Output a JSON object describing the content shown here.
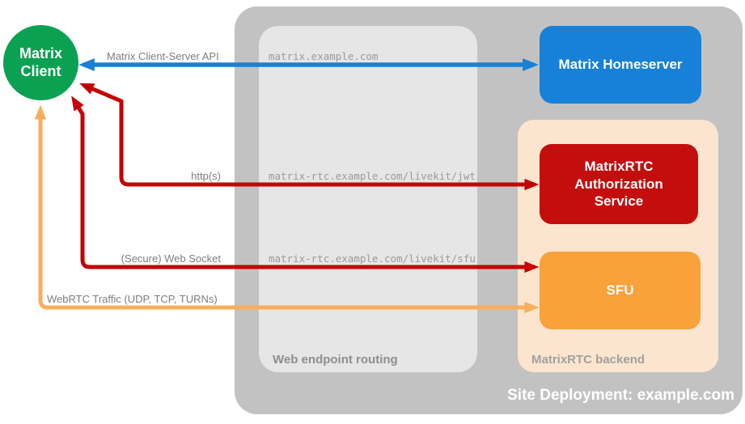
{
  "client": {
    "name": "Matrix Client"
  },
  "site": {
    "label": "Site Deployment: example.com"
  },
  "routing": {
    "label": "Web endpoint routing",
    "endpoints": [
      "matrix.example.com",
      "matrix-rtc.example.com/livekit/jwt",
      "matrix-rtc.example.com/livekit/sfu"
    ]
  },
  "backend": {
    "label": "MatrixRTC backend",
    "homeserver": {
      "name": "Matrix Homeserver"
    },
    "auth_service": {
      "name": "MatrixRTC Authorization Service"
    },
    "sfu": {
      "name": "SFU"
    }
  },
  "connections": [
    {
      "label": "Matrix Client-Server API",
      "color": "#1781D7",
      "from": "Matrix Client",
      "to": "Matrix Homeserver",
      "via": "matrix.example.com",
      "bidirectional": true
    },
    {
      "label": "http(s)",
      "color": "#C50000",
      "from": "Matrix Client",
      "to": "MatrixRTC Authorization Service",
      "via": "matrix-rtc.example.com/livekit/jwt",
      "bidirectional": true
    },
    {
      "label": "(Secure) Web Socket",
      "color": "#C50000",
      "from": "Matrix Client",
      "to": "SFU",
      "via": "matrix-rtc.example.com/livekit/sfu",
      "bidirectional": true
    },
    {
      "label": "WebRTC Traffic (UDP, TCP, TURNs)",
      "color": "#F8AE5C",
      "from": "Matrix Client",
      "to": "SFU",
      "bidirectional": true
    }
  ],
  "colors": {
    "client_green": "#0AA152",
    "homeserver_blue": "#1781D7",
    "auth_red": "#C40D0D",
    "sfu_orange": "#F9A13B",
    "backend_peach": "#FCE5CE",
    "site_gray": "#C2C2C2",
    "routing_gray": "#E6E6E6"
  }
}
